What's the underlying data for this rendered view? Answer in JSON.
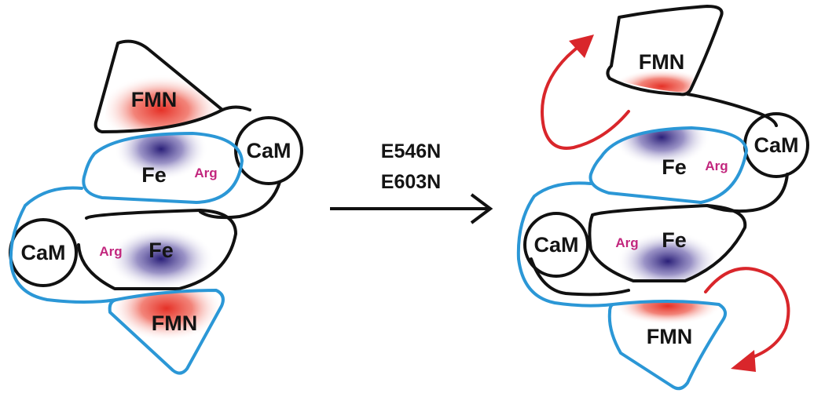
{
  "colors": {
    "outline": "#111111",
    "domain_blue": "#2b97d6",
    "arrow_red": "#d9262b",
    "arg_label": "#c2277e",
    "fmn_glow": "#e53026",
    "fe_glow": "#2a1f78"
  },
  "labels": {
    "fmn": "FMN",
    "fe": "Fe",
    "arg": "Arg",
    "cam": "CaM"
  },
  "mutation": {
    "line1": "E546N",
    "line2": "E603N"
  }
}
